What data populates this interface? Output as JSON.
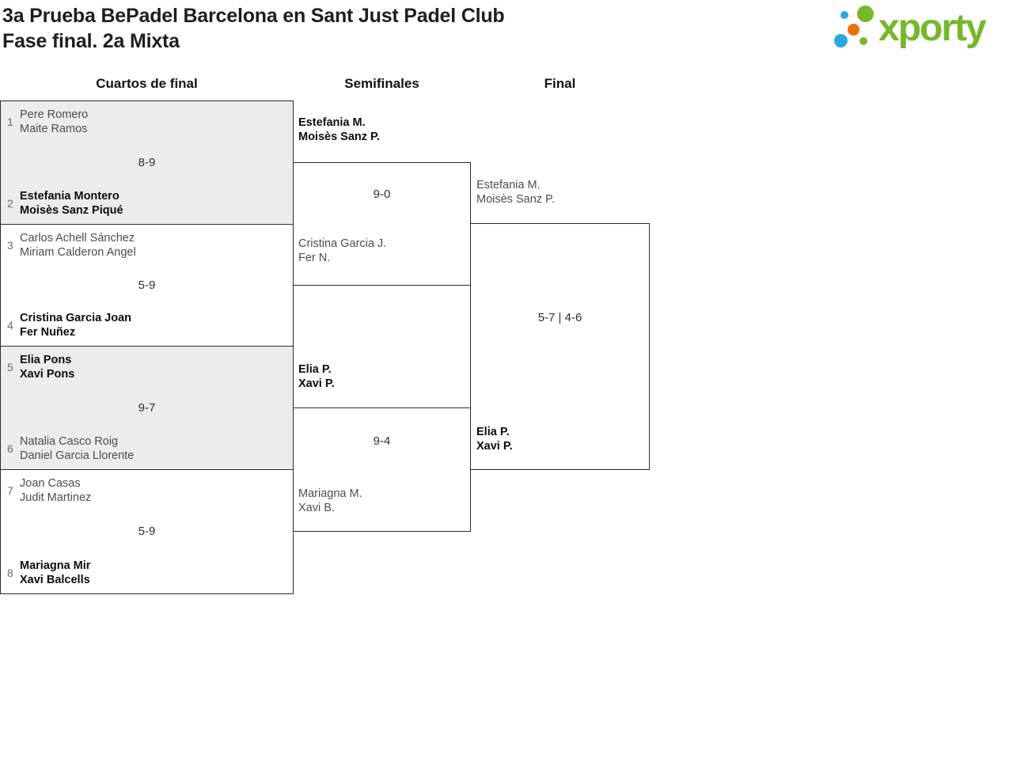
{
  "title": {
    "line1": "3a Prueba BePadel Barcelona en Sant Just Padel Club",
    "line2": "Fase final. 2a Mixta"
  },
  "logo": {
    "text": "xporty"
  },
  "round_labels": {
    "quarterfinals": "Cuartos de final",
    "semifinals": "Semifinales",
    "final": "Final"
  },
  "bracket": {
    "quarterfinals": [
      {
        "seed_top": "1",
        "top_p1": "Pere Romero",
        "top_p2": "Maite Ramos",
        "score": "8-9",
        "seed_bottom": "2",
        "bottom_p1": "Estefania Montero",
        "bottom_p2": "Moisès Sanz Piqué",
        "winner": "bottom"
      },
      {
        "seed_top": "3",
        "top_p1": "Carlos Achell Sánchez",
        "top_p2": "Miriam Calderon Angel",
        "score": "5-9",
        "seed_bottom": "4",
        "bottom_p1": "Cristina Garcia Joan",
        "bottom_p2": "Fer Nuñez",
        "winner": "bottom"
      },
      {
        "seed_top": "5",
        "top_p1": "Elia Pons",
        "top_p2": "Xavi Pons",
        "score": "9-7",
        "seed_bottom": "6",
        "bottom_p1": "Natalia Casco Roig",
        "bottom_p2": "Daniel Garcia Llorente",
        "winner": "top"
      },
      {
        "seed_top": "7",
        "top_p1": "Joan Casas",
        "top_p2": "Judit Martinez",
        "score": "5-9",
        "seed_bottom": "8",
        "bottom_p1": "Mariagna Mir",
        "bottom_p2": "Xavi Balcells",
        "winner": "bottom"
      }
    ],
    "semifinals": [
      {
        "top_p1": "Estefania M.",
        "top_p2": "Moisès Sanz P.",
        "score": "9-0",
        "bottom_p1": "Cristina Garcia J.",
        "bottom_p2": "Fer N.",
        "winner": "top"
      },
      {
        "top_p1": "Elia P.",
        "top_p2": "Xavi P.",
        "score": "9-4",
        "bottom_p1": "Mariagna M.",
        "bottom_p2": "Xavi B.",
        "winner": "top"
      }
    ],
    "final": {
      "top_p1": "Estefania M.",
      "top_p2": "Moisès Sanz P.",
      "score": "5-7 | 4-6",
      "bottom_p1": "Elia P.",
      "bottom_p2": "Xavi P.",
      "winner": "bottom"
    }
  },
  "colors": {
    "logo_green": "#76b82a",
    "logo_blue": "#29a9e1",
    "logo_orange": "#e8720c",
    "box_gray": "#ececec",
    "border": "#2b2b2b",
    "winner_text": "#0d0d0d",
    "loser_text": "#4d4d4d"
  }
}
